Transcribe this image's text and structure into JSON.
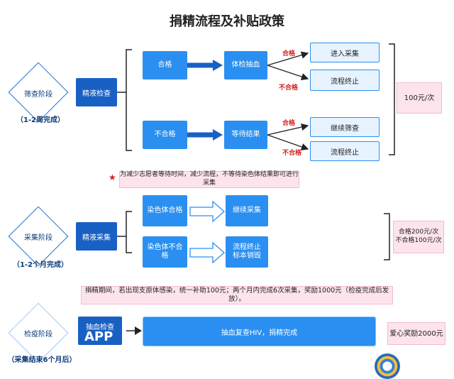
{
  "title": "捐精流程及补贴政策",
  "stage1": {
    "name": "筛查阶段",
    "duration": "（1-2周完成）",
    "action": "精液检查",
    "branch_pass": "合格",
    "branch_fail": "不合格",
    "pass_next": "体检抽血",
    "fail_next": "等待结果",
    "result_pass": "合格",
    "result_fail": "不合格",
    "pass_outcome_pass": "进入采集",
    "pass_outcome_fail": "流程终止",
    "fail_outcome_pass": "继续筛查",
    "fail_outcome_fail": "流程终止",
    "subsidy": "100元/次"
  },
  "note": "为减少志愿者等待时间，减少流程，不等待染色体结果即可进行采集",
  "stage2": {
    "name": "采集阶段",
    "duration": "（1-2个月完成）",
    "action": "精液采集",
    "branch_pass": "染色体合格",
    "branch_fail": "染色体不合格",
    "pass_next": "继续采集",
    "fail_next": "流程终止标本销毁",
    "subsidy_pass": "合格200元/次",
    "subsidy_fail": "不合格100元/次"
  },
  "stage2_note": "捐精期间，若出现支原体感染，统一补助100元；两个月内完成6次采集，奖励1000元（检疫完成后发放）。",
  "stage3": {
    "name": "检疫阶段",
    "duration": "（采集结束6个月后）",
    "action": "抽血检查",
    "overlay": "APP",
    "detail": "抽血复查HIV，捐精完成",
    "reward": "爱心奖励2000元"
  },
  "colors": {
    "dark_blue": "#1860c4",
    "blue": "#2a8ff0",
    "light_blue": "#e7f3ff",
    "pink": "#fde4ec",
    "red": "#d32020"
  }
}
